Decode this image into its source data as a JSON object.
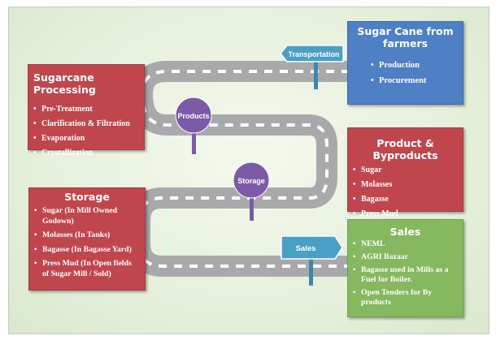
{
  "farmers": {
    "title": "Sugar Cane from farmers",
    "items": [
      "Production",
      "Procurement"
    ]
  },
  "processing": {
    "title": "Sugarcane Processing",
    "items": [
      "Pre-Treatment",
      "Clarification & Filtration",
      "Evaporation",
      "Crystallization"
    ]
  },
  "byproducts": {
    "title": "Product & Byproducts",
    "items": [
      "Sugar",
      "Molasses",
      "Bagasse",
      "Press Mud"
    ]
  },
  "storage": {
    "title": "Storage",
    "items": [
      "Sugar (In Mill Owned Godown)",
      "Molasses (In Tanks)",
      "Bagasse (In Bagasse Yard)",
      "Press Mud (In Open fields of Sugar Mill / Sold)"
    ]
  },
  "sales": {
    "title": "Sales",
    "items": [
      "NEML",
      "AGRI Bazaar",
      "Bagasse used in Mills as a Fuel for Boiler.",
      "Open Tenders for By products"
    ]
  },
  "signs": {
    "transportation": "Transportation",
    "sales": "Sales"
  },
  "pins": {
    "products": "Products",
    "storage": "Storage"
  },
  "colors": {
    "red_box": "#c0464d",
    "blue_box": "#4f7fc4",
    "green_box": "#86b85f",
    "road": "#a9a9ab",
    "road_dash": "#ffffff",
    "pin": "#7b5aa6",
    "sign": "#4a9fc4"
  }
}
